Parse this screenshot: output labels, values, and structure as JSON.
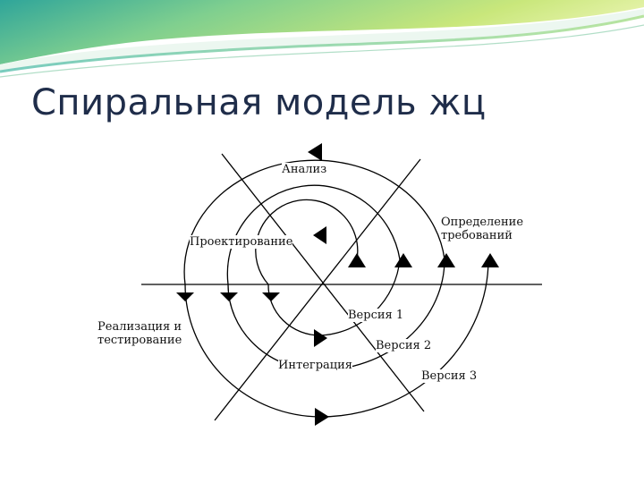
{
  "slide": {
    "title": "Спиральная модель жц"
  },
  "diagram": {
    "labels": {
      "analysis": "Анализ",
      "requirements": "Определение\nтребований",
      "design": "Проектирование",
      "implementation_testing": "Реализация и\nтестирование",
      "integration": "Интеграция",
      "version_1": "Версия 1",
      "version_2": "Версия 2",
      "version_3": "Версия 3"
    }
  },
  "colors": {
    "banner_teal": "#3fb5a8",
    "banner_green": "#b7dd6a",
    "title_text": "#1f2d4a",
    "diagram_stroke": "#000000"
  }
}
